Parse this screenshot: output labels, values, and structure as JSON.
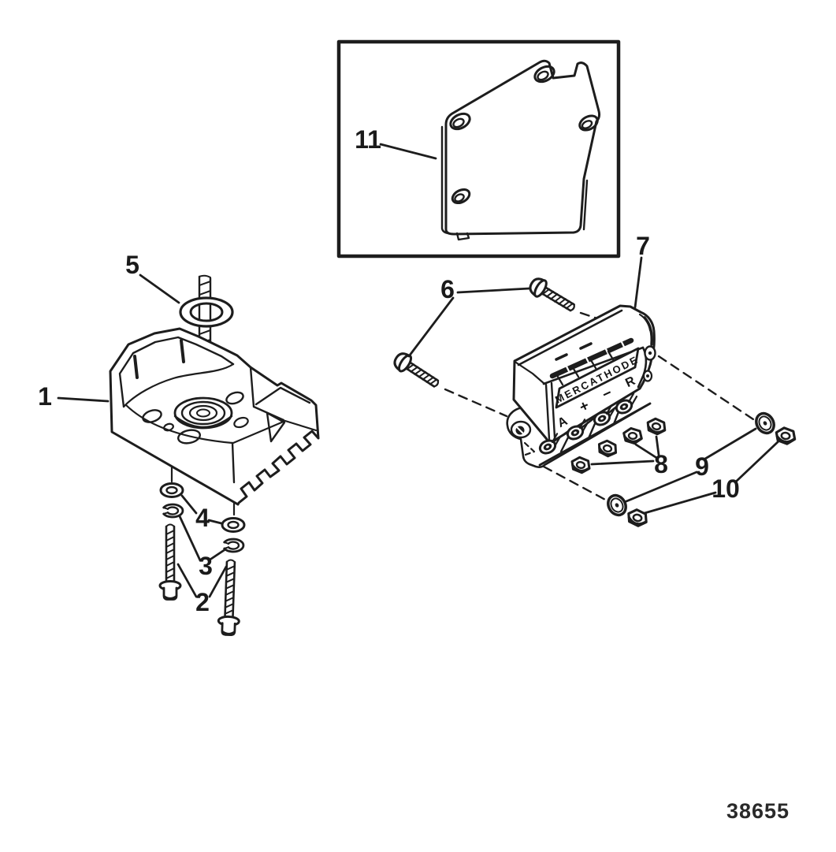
{
  "colors": {
    "ink": "#1d1d1d",
    "paper": "#ffffff"
  },
  "drawing": {
    "number": "38655",
    "callouts": [
      "1",
      "2",
      "3",
      "4",
      "5",
      "6",
      "7",
      "8",
      "9",
      "10",
      "11"
    ],
    "controller": {
      "brand_label": "MERCATHODE",
      "terminal_labels": [
        "A",
        "+",
        "−",
        "R"
      ]
    }
  }
}
